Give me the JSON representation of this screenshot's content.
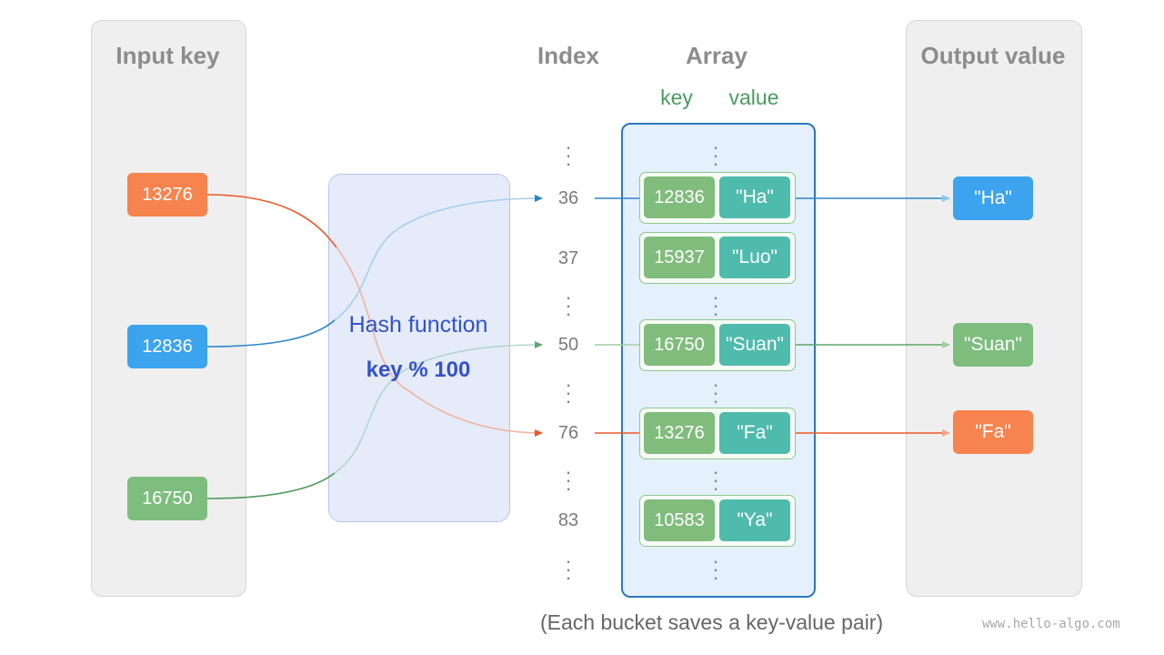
{
  "titles": {
    "input": "Input key",
    "index": "Index",
    "array": "Array",
    "output": "Output value",
    "array_key": "key",
    "array_value": "value"
  },
  "input_keys": [
    "13276",
    "12836",
    "16750"
  ],
  "hash_function": {
    "label": "Hash function",
    "formula": "key % 100"
  },
  "indices": [
    "36",
    "37",
    "50",
    "76",
    "83"
  ],
  "buckets": [
    {
      "key": "12836",
      "value": "\"Ha\""
    },
    {
      "key": "15937",
      "value": "\"Luo\""
    },
    {
      "key": "16750",
      "value": "\"Suan\""
    },
    {
      "key": "13276",
      "value": "\"Fa\""
    },
    {
      "key": "10583",
      "value": "\"Ya\""
    }
  ],
  "outputs": [
    "\"Ha\"",
    "\"Suan\"",
    "\"Fa\""
  ],
  "caption": "(Each bucket saves a key-value pair)",
  "credit": "www.hello-algo.com",
  "colors": {
    "orange": "#f7844e",
    "blue": "#3ca3ee",
    "green": "#7dbd7e",
    "teal": "#4fbbad",
    "hash_text": "#3352c8"
  }
}
